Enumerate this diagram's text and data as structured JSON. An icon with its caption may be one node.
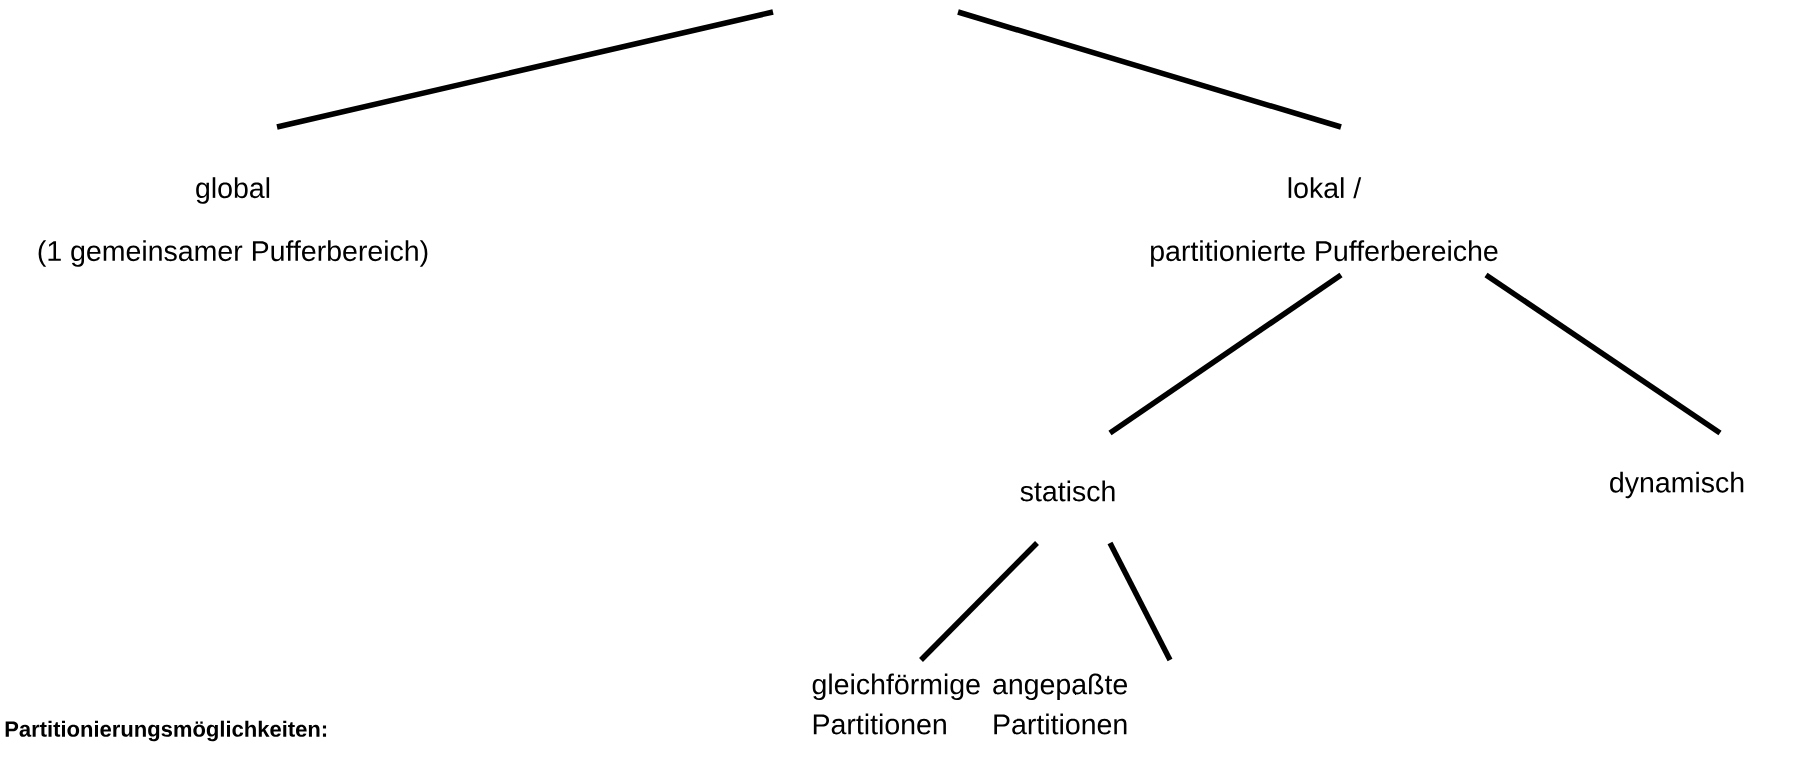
{
  "diagram": {
    "nodes": [
      {
        "text": [
          "global",
          "(1 gemeinsamer Pufferbereich)"
        ]
      },
      {
        "text": [
          "lokal /",
          "partitionierte Pufferbereiche"
        ]
      },
      {
        "text": [
          "statisch"
        ]
      },
      {
        "text": [
          "dynamisch"
        ]
      },
      {
        "text": [
          "gleichförmige Partitionen"
        ]
      },
      {
        "text": [
          "angepaßte Partitionen"
        ]
      }
    ],
    "edges": [
      {
        "from": null,
        "to": 0,
        "arrow": "none"
      },
      {
        "from": null,
        "to": 1,
        "arrow": "none"
      },
      {
        "from": 1,
        "to": 2,
        "arrow": "none"
      },
      {
        "from": 1,
        "to": 3,
        "arrow": "none"
      },
      {
        "from": 2,
        "to": 4,
        "arrow": "none"
      },
      {
        "from": 2,
        "to": 5,
        "arrow": "none"
      }
    ],
    "labels": [
      "**Partitionierungsmöglichkeiten:**"
    ]
  }
}
